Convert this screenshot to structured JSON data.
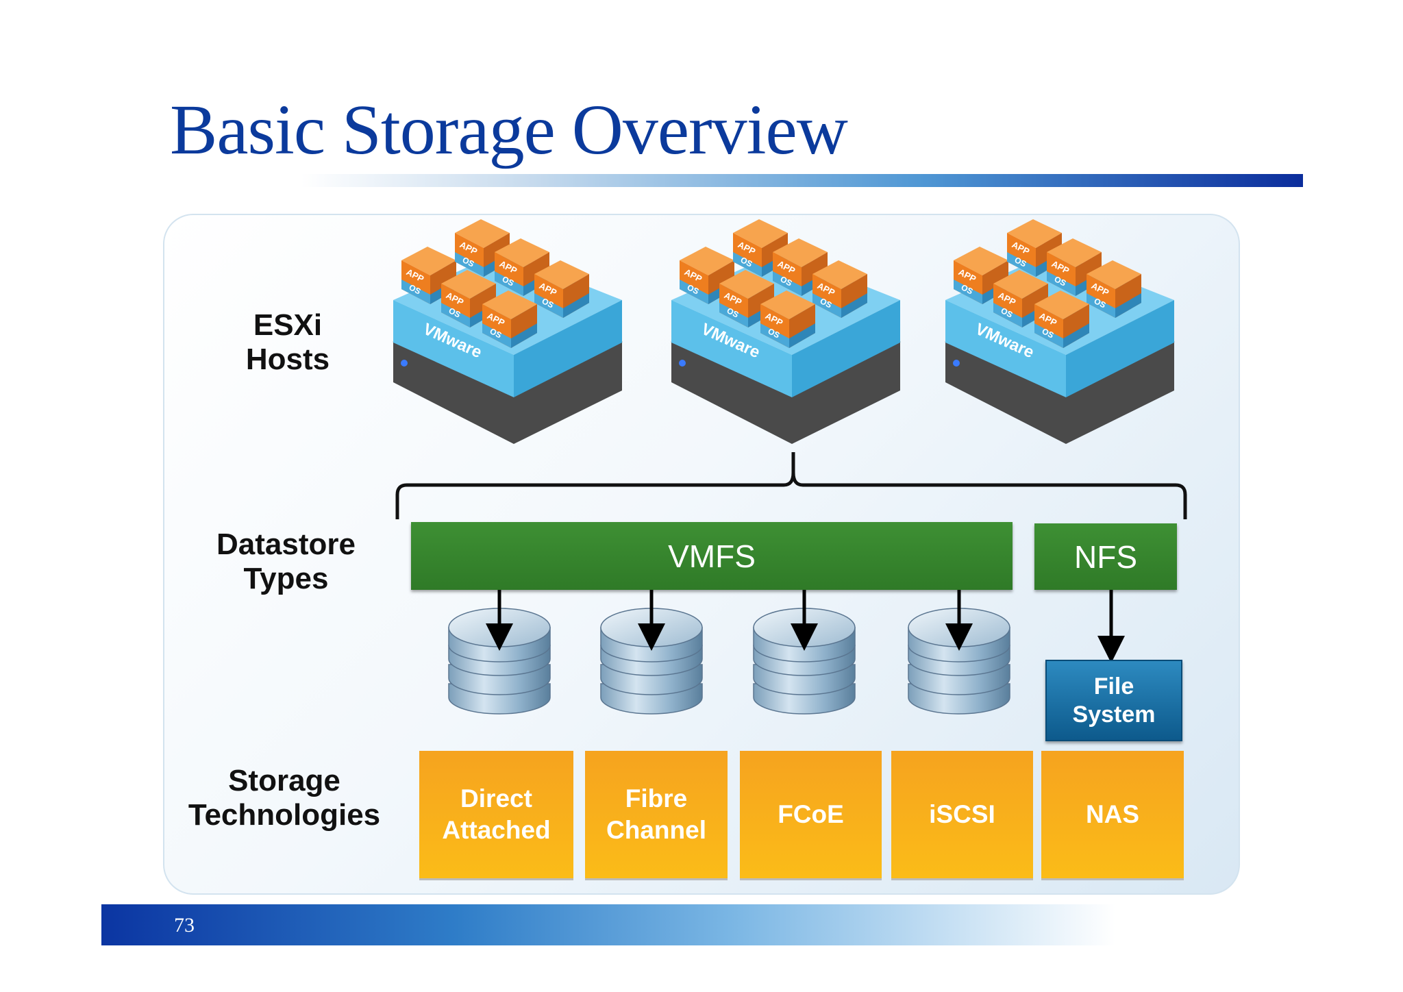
{
  "slide": {
    "title": "Basic Storage Overview",
    "page_number": "73"
  },
  "labels": {
    "hosts": [
      "ESXi",
      "Hosts"
    ],
    "datastore": [
      "Datastore",
      "Types"
    ],
    "storage": [
      "Storage",
      "Technologies"
    ]
  },
  "hosts": [
    {
      "brand": "VMware",
      "vms": [
        {
          "app": "APP",
          "os": "OS"
        },
        {
          "app": "APP",
          "os": "OS"
        },
        {
          "app": "APP",
          "os": "OS"
        },
        {
          "app": "APP",
          "os": "OS"
        },
        {
          "app": "APP",
          "os": "OS"
        },
        {
          "app": "APP",
          "os": "OS"
        }
      ]
    },
    {
      "brand": "VMware",
      "vms": [
        {
          "app": "APP",
          "os": "OS"
        },
        {
          "app": "APP",
          "os": "OS"
        },
        {
          "app": "APP",
          "os": "OS"
        },
        {
          "app": "APP",
          "os": "OS"
        },
        {
          "app": "APP",
          "os": "OS"
        },
        {
          "app": "APP",
          "os": "OS"
        }
      ]
    },
    {
      "brand": "VMware",
      "vms": [
        {
          "app": "APP",
          "os": "OS"
        },
        {
          "app": "APP",
          "os": "OS"
        },
        {
          "app": "APP",
          "os": "OS"
        },
        {
          "app": "APP",
          "os": "OS"
        },
        {
          "app": "APP",
          "os": "OS"
        },
        {
          "app": "APP",
          "os": "OS"
        }
      ]
    }
  ],
  "datastores": {
    "vmfs": "VMFS",
    "nfs": "NFS",
    "file_system": [
      "File",
      "System"
    ]
  },
  "technologies": [
    {
      "line1": "Direct",
      "line2": "Attached"
    },
    {
      "line1": "Fibre",
      "line2": "Channel"
    },
    {
      "line1": "FCoE",
      "line2": ""
    },
    {
      "line1": "iSCSI",
      "line2": ""
    },
    {
      "line1": "NAS",
      "line2": ""
    }
  ],
  "colors": {
    "title": "#0b3a9c",
    "vmfs_green": "#2f7a27",
    "tech_orange": "#f7a61f",
    "fs_blue": "#0d5a8c",
    "vm_orange": "#ee7e1f",
    "host_blue": "#5cc0ea",
    "server_gray": "#4a4a4a"
  }
}
